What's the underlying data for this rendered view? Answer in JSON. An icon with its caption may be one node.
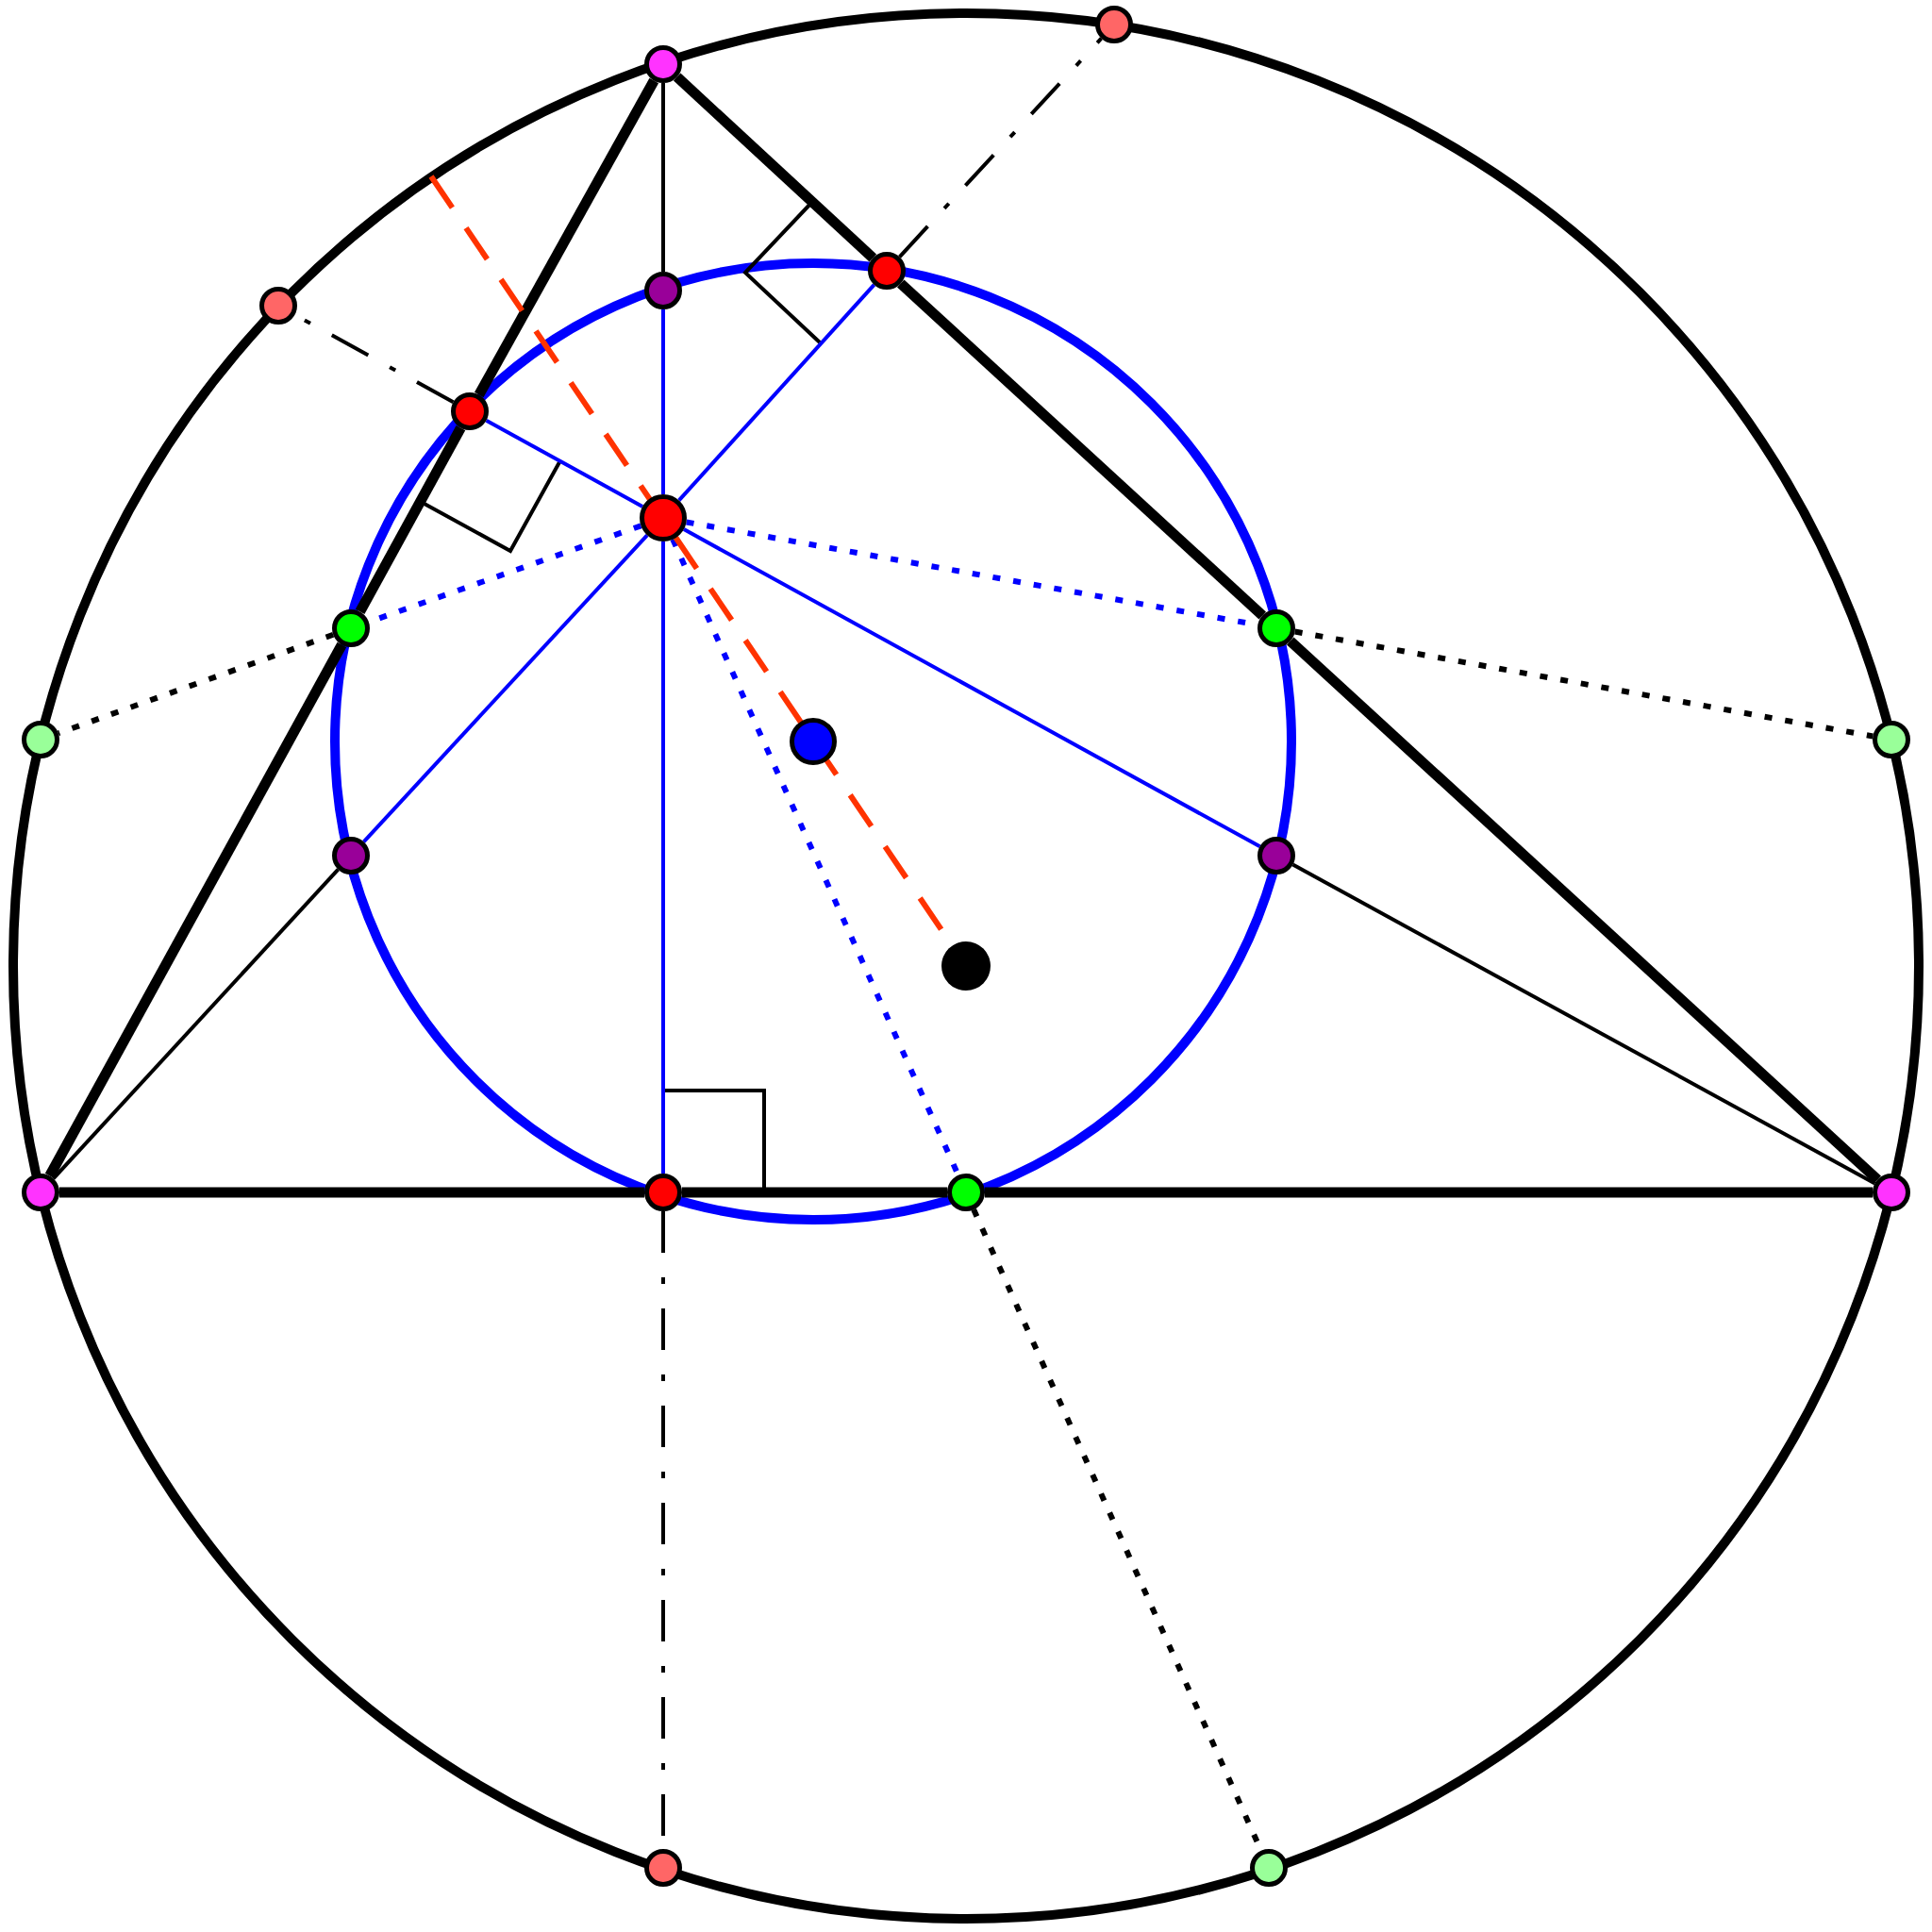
{
  "diagram": {
    "nodes": [
      {
        "text": [],
        "shape": "circle"
      },
      {
        "text": [],
        "shape": "circle"
      },
      {
        "text": [],
        "shape": "circle"
      },
      {
        "text": [],
        "shape": "circle"
      },
      {
        "text": [],
        "shape": "circle"
      },
      {
        "text": [],
        "shape": "circle"
      },
      {
        "text": [],
        "shape": "circle"
      },
      {
        "text": [],
        "shape": "circle"
      },
      {
        "text": [],
        "shape": "circle"
      },
      {
        "text": [],
        "shape": "circle"
      },
      {
        "text": [],
        "shape": "circle"
      },
      {
        "text": [],
        "shape": "circle"
      },
      {
        "text": [],
        "shape": "circle"
      },
      {
        "text": [],
        "shape": "circle"
      },
      {
        "text": [],
        "shape": "circle"
      },
      {
        "text": [],
        "shape": "circle"
      },
      {
        "text": [],
        "shape": "circle"
      },
      {
        "text": [],
        "shape": "circle"
      },
      {
        "text": [],
        "shape": "circle"
      },
      {
        "text": [],
        "shape": "circle"
      },
      {
        "text": [],
        "shape": "circle"
      }
    ],
    "edges": [
      {
        "from": 0,
        "to": 6,
        "arrow": "none",
        "style": "thick"
      },
      {
        "from": 6,
        "to": 7,
        "arrow": "none",
        "style": "thick"
      },
      {
        "from": 7,
        "to": 1,
        "arrow": "none",
        "style": "thick"
      },
      {
        "from": 0,
        "to": 5,
        "arrow": "none",
        "style": "thick"
      },
      {
        "from": 5,
        "to": 8,
        "arrow": "none",
        "style": "thick"
      },
      {
        "from": 8,
        "to": 2,
        "arrow": "none",
        "style": "thick"
      },
      {
        "from": 1,
        "to": 4,
        "arrow": "none",
        "style": "thick"
      },
      {
        "from": 4,
        "to": 9,
        "arrow": "none",
        "style": "thick"
      },
      {
        "from": 9,
        "to": 2,
        "arrow": "none",
        "style": "thick"
      },
      {
        "from": 0,
        "to": 10,
        "arrow": "none"
      },
      {
        "from": 10,
        "to": 3,
        "arrow": "none",
        "color": "#0000ff"
      },
      {
        "from": 3,
        "to": 4,
        "arrow": "none",
        "color": "#0000ff"
      },
      {
        "from": 1,
        "to": 11,
        "arrow": "none"
      },
      {
        "from": 11,
        "to": 3,
        "arrow": "none",
        "color": "#0000ff"
      },
      {
        "from": 3,
        "to": 5,
        "arrow": "none",
        "color": "#0000ff"
      },
      {
        "from": 2,
        "to": 12,
        "arrow": "none"
      },
      {
        "from": 12,
        "to": 3,
        "arrow": "none",
        "color": "#0000ff"
      },
      {
        "from": 3,
        "to": 6,
        "arrow": "none",
        "color": "#0000ff"
      },
      {
        "from": 4,
        "to": 15,
        "arrow": "none",
        "style": "dashed"
      },
      {
        "from": 5,
        "to": 16,
        "arrow": "none",
        "style": "dashed"
      },
      {
        "from": 6,
        "to": 17,
        "arrow": "none",
        "style": "dashed"
      },
      {
        "from": 3,
        "to": 7,
        "arrow": "none",
        "style": "dashed",
        "color": "#0000ff"
      },
      {
        "from": 3,
        "to": 8,
        "arrow": "none",
        "style": "dashed",
        "color": "#0000ff"
      },
      {
        "from": 3,
        "to": 9,
        "arrow": "none",
        "style": "dashed",
        "color": "#0000ff"
      },
      {
        "from": 7,
        "to": 18,
        "arrow": "none",
        "style": "dashed"
      },
      {
        "from": 8,
        "to": 19,
        "arrow": "none",
        "style": "dashed"
      },
      {
        "from": 9,
        "to": 20,
        "arrow": "none",
        "style": "dashed"
      },
      {
        "from": null,
        "to": 14,
        "arrow": "none",
        "style": "dashed",
        "color": "#ff3300"
      }
    ]
  }
}
